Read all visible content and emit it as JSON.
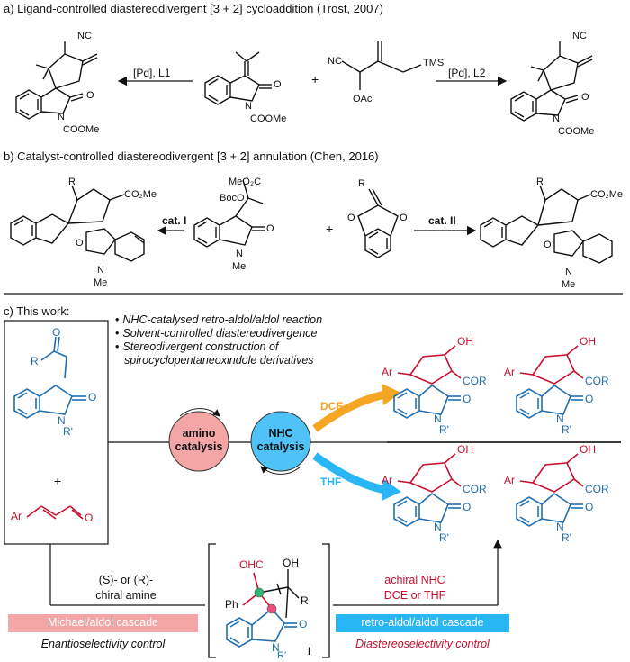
{
  "section_a": {
    "title": "a) Ligand-controlled diastereodivergent [3 + 2] cycloaddition (Trost, 2007)",
    "cond_left": "[Pd], L1",
    "cond_right": "[Pd], L2",
    "plus": "+",
    "labels": {
      "nc": "NC",
      "o": "O",
      "n": "N",
      "coome": "COOMe",
      "tms": "TMS",
      "oac": "OAc"
    }
  },
  "section_b": {
    "title": "b) Catalyst-controlled diastereodivergent [3 + 2] annulation  (Chen, 2016)",
    "cat_left": "cat. I",
    "cat_right": "cat. II",
    "plus": "+",
    "labels": {
      "r": "R",
      "co2me": "CO₂Me",
      "meo2c": "MeO₂C",
      "boco": "BocO",
      "me": "Me",
      "nme": "N",
      "o": "O"
    }
  },
  "section_c": {
    "title": "c) This work:",
    "bullets": [
      "NHC-catalysed retro-aldol/aldol reaction",
      "Solvent-controlled diastereodivergence",
      "Stereodivergent construction of",
      "spirocyclopentaneoxindole derivatives"
    ],
    "catalysis_left": "amino catalysis",
    "catalysis_left_l1": "amino",
    "catalysis_left_l2": "catalysis",
    "catalysis_right_l1": "NHC",
    "catalysis_right_l2": "catalysis",
    "solvent_top": "DCE",
    "solvent_bottom": "THF",
    "plus": "+",
    "labels": {
      "r": "R",
      "o": "O",
      "n": "N",
      "rprime": "R'",
      "ar": "Ar",
      "oh": "OH",
      "cor": "COR",
      "ohc": "OHC",
      "ph": "Ph",
      "intermediate": "I"
    },
    "left_amine_l1": "(S)- or (R)-",
    "left_amine_l2": "chiral amine",
    "cascade_left": "Michael/aldol cascade",
    "control_left": "Enantioselectivity control",
    "right_cond_l1": "achiral NHC",
    "right_cond_l2": "DCE or THF",
    "cascade_right": "retro-aldol/aldol cascade",
    "control_right": "Diastereoselectivity control"
  },
  "colors": {
    "blue_struct": "#1f6fb2",
    "red_struct": "#c8102e",
    "amino_circle": "#f4a6a6",
    "nhc_circle": "#4fc3f7",
    "dce_arrow": "#f5a623",
    "thf_arrow": "#29b6f6",
    "michael_bar": "#f4a6a6",
    "retro_bar": "#29b6f6"
  }
}
